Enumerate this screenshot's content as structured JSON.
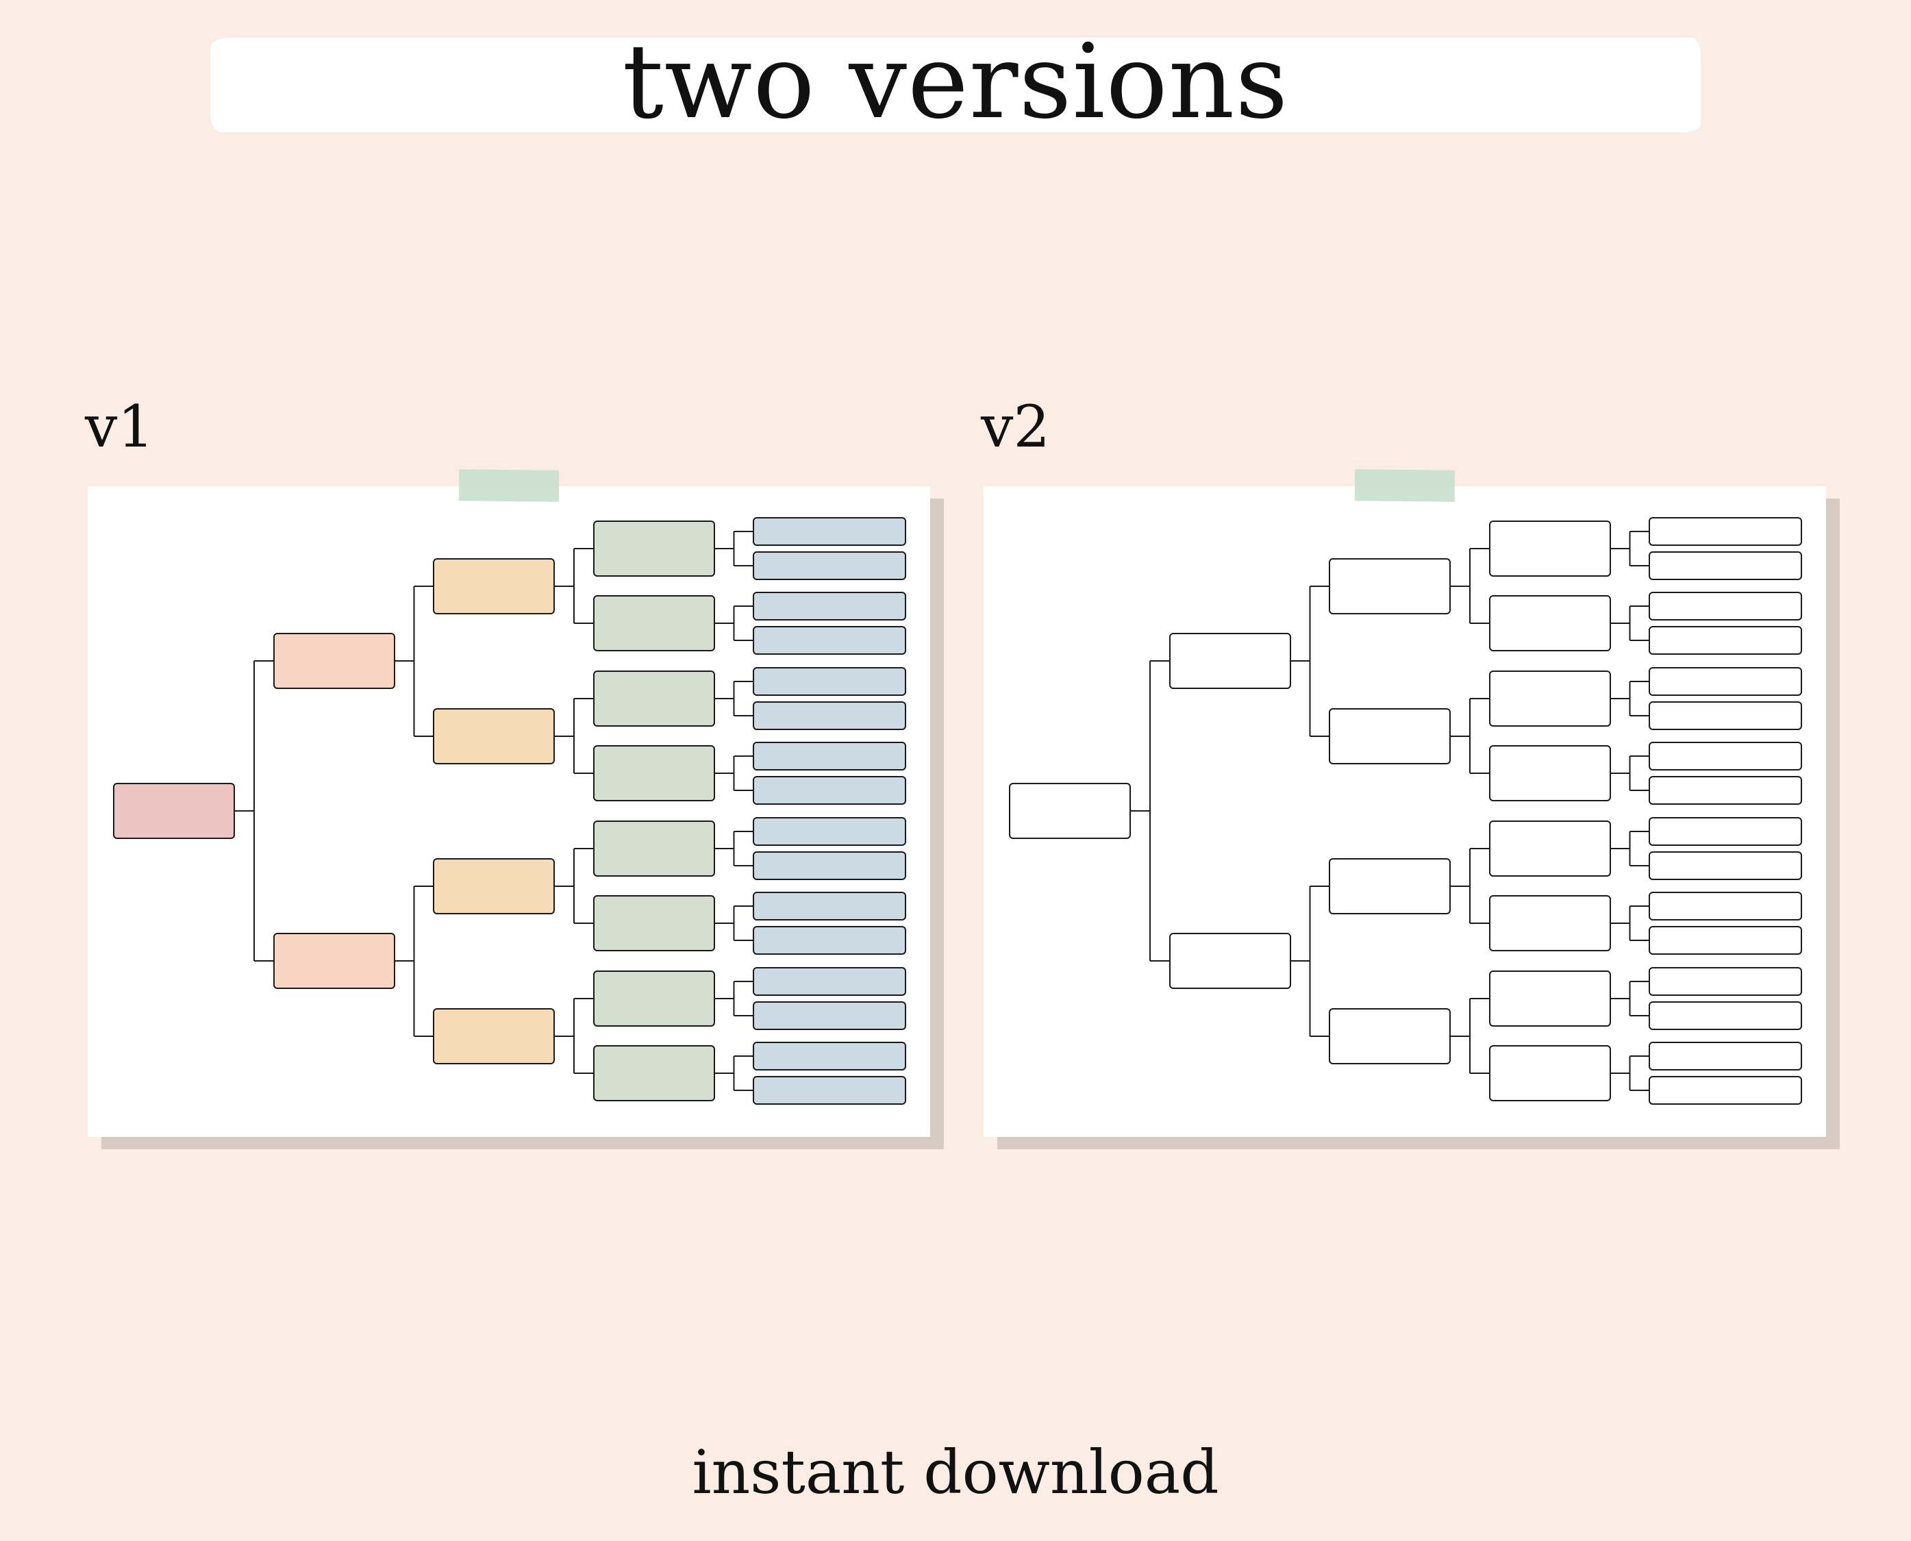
{
  "header": {
    "title": "two versions"
  },
  "versions": [
    {
      "label": "v1",
      "colors": [
        "#ecc5c3",
        "#f7d5c2",
        "#f6dcb6",
        "#d4dfcf",
        "#cbdae3"
      ]
    },
    {
      "label": "v2",
      "colors": [
        "#ffffff",
        "#ffffff",
        "#ffffff",
        "#ffffff",
        "#ffffff"
      ]
    }
  ],
  "footer": {
    "text": "instant download"
  }
}
